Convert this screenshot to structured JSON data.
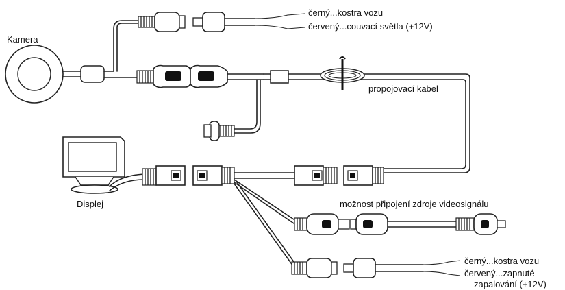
{
  "labels": {
    "camera": "Kamera",
    "display": "Displej",
    "extension_cable": "propojovací kabel",
    "camera_black_wire": "černý...kostra vozu",
    "camera_red_wire": "červený...couvací světla (+12V)",
    "video_source_option": "možnost připojení zdroje videosignálu",
    "display_black_wire": "černý...kostra vozu",
    "display_red_wire_1": "červený...zapnuté",
    "display_red_wire_2": "zapalování (+12V)"
  }
}
